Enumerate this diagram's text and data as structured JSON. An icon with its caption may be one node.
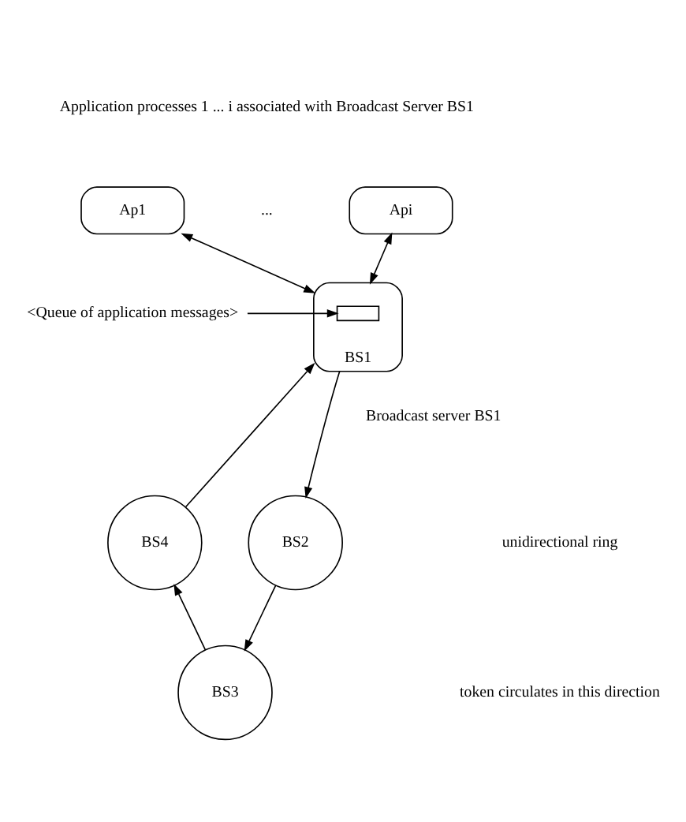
{
  "diagram": {
    "nodes": [
      {
        "text": [
          "Ap1"
        ]
      },
      {
        "text": [
          "Api"
        ]
      },
      {
        "text": [
          "BS1"
        ],
        "beside": [
          "Broadcast server BS1"
        ]
      },
      {
        "text": [],
        "shape": "box",
        "in": 2
      },
      {
        "text": [
          "<Queue of application messages>"
        ]
      },
      {
        "text": [
          "BS4"
        ]
      },
      {
        "text": [
          "BS2"
        ]
      },
      {
        "text": [
          "BS3"
        ]
      }
    ],
    "edges": [
      {
        "from": 0,
        "to": 2,
        "arrow": "both"
      },
      {
        "from": 1,
        "to": 2,
        "arrow": "both"
      },
      {
        "from": 4,
        "to": 3,
        "arrow": "to"
      },
      {
        "from": 2,
        "to": 6,
        "arrow": "to"
      },
      {
        "from": 6,
        "to": 7,
        "arrow": "to"
      },
      {
        "from": 7,
        "to": 5,
        "arrow": "to"
      },
      {
        "from": 5,
        "to": 2,
        "arrow": "to"
      }
    ],
    "labels": [
      "Application processes 1 ... i associated with Broadcast Server BS1",
      "...",
      "unidirectional ring",
      "token circulates in this direction"
    ]
  }
}
